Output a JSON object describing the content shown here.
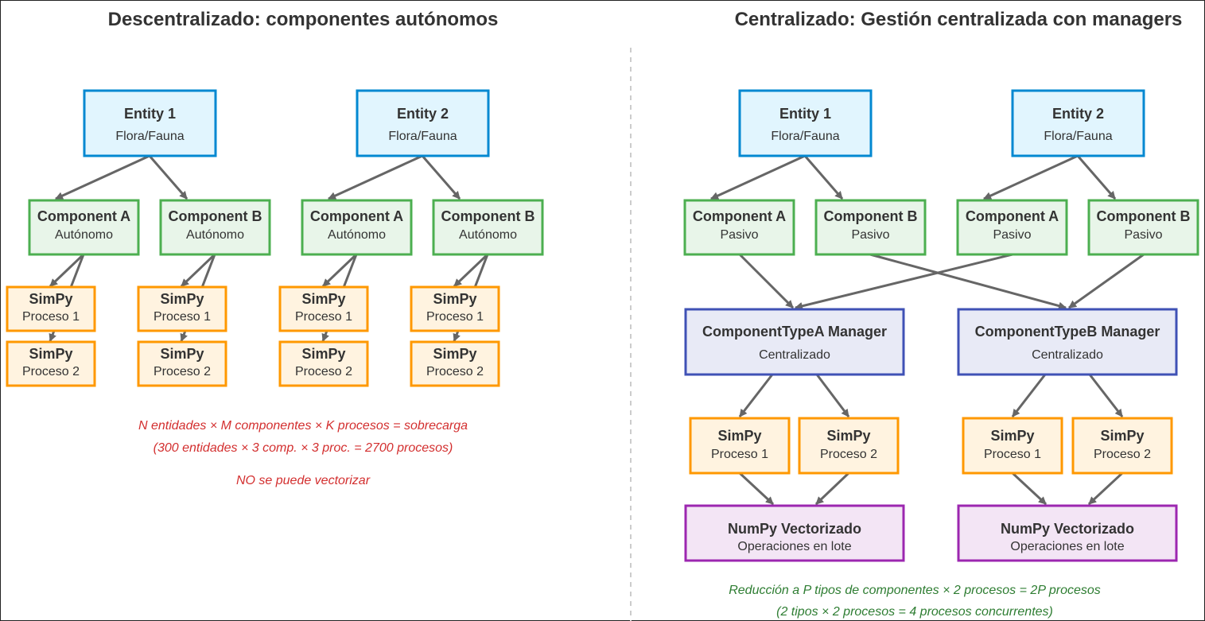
{
  "colors": {
    "entity_fill": "#e1f5fe",
    "entity_stroke": "#0288d1",
    "component_fill": "#e8f5e9",
    "component_stroke": "#4caf50",
    "process_fill": "#fff3e0",
    "process_stroke": "#ff9800",
    "manager_fill": "#e8eaf6",
    "manager_stroke": "#3f51b5",
    "numpy_fill": "#f3e5f5",
    "numpy_stroke": "#9c27b0",
    "edge": "#666666"
  },
  "left": {
    "title": "Descentralizado: componentes autónomos",
    "entity1": {
      "title": "Entity 1",
      "subtitle": "Flora/Fauna"
    },
    "entity2": {
      "title": "Entity 2",
      "subtitle": "Flora/Fauna"
    },
    "component_a": {
      "title": "Component A",
      "subtitle": "Autónomo"
    },
    "component_b": {
      "title": "Component B",
      "subtitle": "Autónomo"
    },
    "process1": {
      "title": "SimPy",
      "subtitle": "Proceso 1"
    },
    "process2": {
      "title": "SimPy",
      "subtitle": "Proceso 2"
    },
    "note1": "N entidades × M componentes × K procesos = sobrecarga",
    "note2": "(300 entidades × 3 comp. × 3 proc. = 2700 procesos)",
    "note3": "NO se puede vectorizar"
  },
  "right": {
    "title": "Centralizado: Gestión centralizada con managers",
    "entity1": {
      "title": "Entity 1",
      "subtitle": "Flora/Fauna"
    },
    "entity2": {
      "title": "Entity 2",
      "subtitle": "Flora/Fauna"
    },
    "component_a": {
      "title": "Component A",
      "subtitle": "Pasivo"
    },
    "component_b": {
      "title": "Component B",
      "subtitle": "Pasivo"
    },
    "manager_a": {
      "title": "ComponentTypeA Manager",
      "subtitle": "Centralizado"
    },
    "manager_b": {
      "title": "ComponentTypeB Manager",
      "subtitle": "Centralizado"
    },
    "process1": {
      "title": "SimPy",
      "subtitle": "Proceso 1"
    },
    "process2": {
      "title": "SimPy",
      "subtitle": "Proceso 2"
    },
    "numpy": {
      "title": "NumPy Vectorizado",
      "subtitle": "Operaciones en lote"
    },
    "note1": "Reducción a P tipos de componentes × 2 procesos = 2P procesos",
    "note2": "(2 tipos × 2 procesos = 4 procesos concurrentes)"
  }
}
